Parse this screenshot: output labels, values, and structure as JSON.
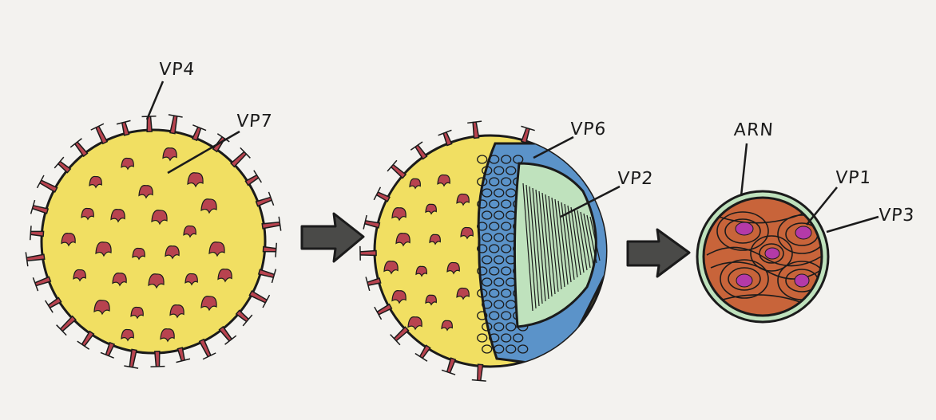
{
  "labels": {
    "vp4": "VP4",
    "vp7": "VP7",
    "vp6": "VP6",
    "vp2": "VP2",
    "arn": "ARN",
    "vp1": "VP1",
    "vp3": "VP3"
  },
  "colors": {
    "paper": "#efeeea",
    "capsid_yellow": "#f1df62",
    "spike_red": "#b8434f",
    "vp6_blue": "#5b93c9",
    "vp2_green": "#bfe2bd",
    "core_orange": "#c8643a",
    "rna_purple": "#b43aa8",
    "arrow_gray": "#4a4a48",
    "ink": "#1b1b1b"
  }
}
